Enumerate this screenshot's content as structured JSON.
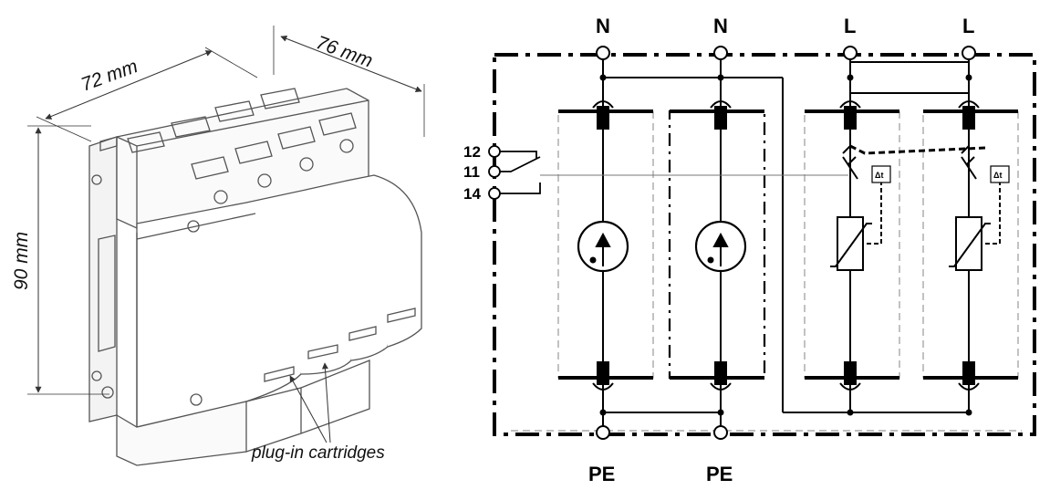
{
  "device": {
    "dimensions": {
      "width": "72 mm",
      "depth": "76 mm",
      "height": "90 mm"
    },
    "annotation": "plug-in cartridges"
  },
  "schematic": {
    "top_terminals": [
      "N",
      "N",
      "L",
      "L"
    ],
    "bottom_terminals": [
      "PE",
      "PE"
    ],
    "contact_pins": [
      "12",
      "11",
      "14"
    ],
    "delta_t_label": "Δt"
  },
  "colors": {
    "line": "#000000",
    "dashed_box": "#9a9a9a",
    "device_outline": "#555555"
  }
}
